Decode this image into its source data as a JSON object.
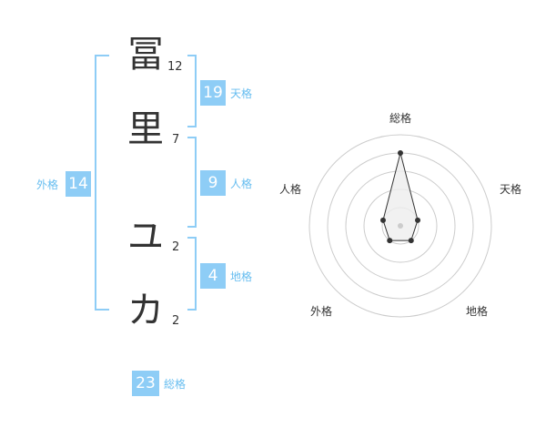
{
  "name_chars": [
    {
      "char": "冨",
      "strokes": "12"
    },
    {
      "char": "里",
      "strokes": "7"
    },
    {
      "char": "ユ",
      "strokes": "2"
    },
    {
      "char": "カ",
      "strokes": "2"
    }
  ],
  "fortunes": {
    "tenkaku": {
      "value": "19",
      "label": "天格"
    },
    "jinkaku": {
      "value": "9",
      "label": "人格"
    },
    "chikaku": {
      "value": "4",
      "label": "地格"
    },
    "gaikaku": {
      "value": "14",
      "label": "外格"
    },
    "soukaku": {
      "value": "23",
      "label": "総格"
    }
  },
  "radar": {
    "axis_labels": [
      "総格",
      "天格",
      "地格",
      "外格",
      "人格"
    ],
    "values": [
      4,
      1,
      1,
      1,
      1
    ],
    "max": 5,
    "colors": {
      "ring": "#cccccc",
      "fill": "#eeeeee",
      "line": "#333333",
      "center": "#cccccc"
    }
  }
}
